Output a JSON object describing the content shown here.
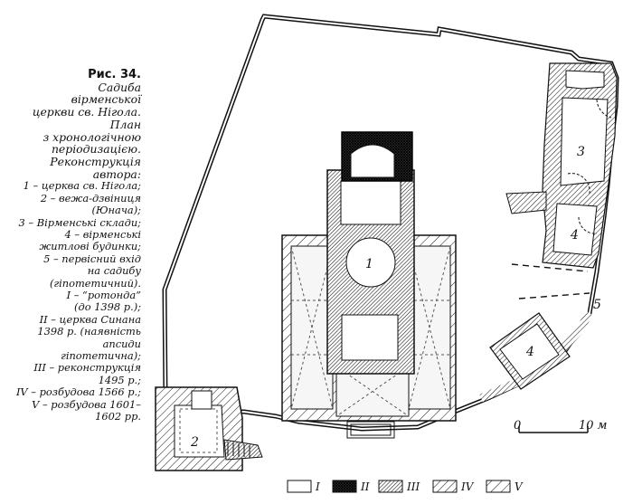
{
  "caption": {
    "figure": "Рис. 34.",
    "subtitle_lines": [
      "Садиба",
      "вірменської",
      "церкви св. Нігола.",
      "План",
      "з хронологічною",
      "періодизацією.",
      "Реконструкція",
      "автора:"
    ],
    "legend_lines": [
      "1 – церква св. Нігола;",
      "2 – вежа-дзвіниця",
      "(Юнача);",
      "3 – Вірменські склади;",
      "4 – вірменські",
      "житлові будинки;",
      "5 – первісний вхід",
      "на садибу",
      "(гіпотетичний).",
      "I – “ротонда”",
      "(до 1398 р.);",
      "II – церква Синана",
      "1398 р. (наявність",
      "апсиди",
      "гіпотетична);",
      "III – реконструкція",
      "1495 р.;",
      "IV – розбудова 1566 р.;",
      "V – розбудова 1601–",
      "1602 рр."
    ]
  },
  "plan": {
    "labels": {
      "church": "1",
      "tower": "2",
      "warehouses": "3",
      "house_upper": "4",
      "house_lower": "4",
      "entrance": "5"
    },
    "scale": {
      "start": "0",
      "end": "10 м"
    },
    "period_legend": [
      "I",
      "II",
      "III",
      "IV",
      "V"
    ]
  }
}
